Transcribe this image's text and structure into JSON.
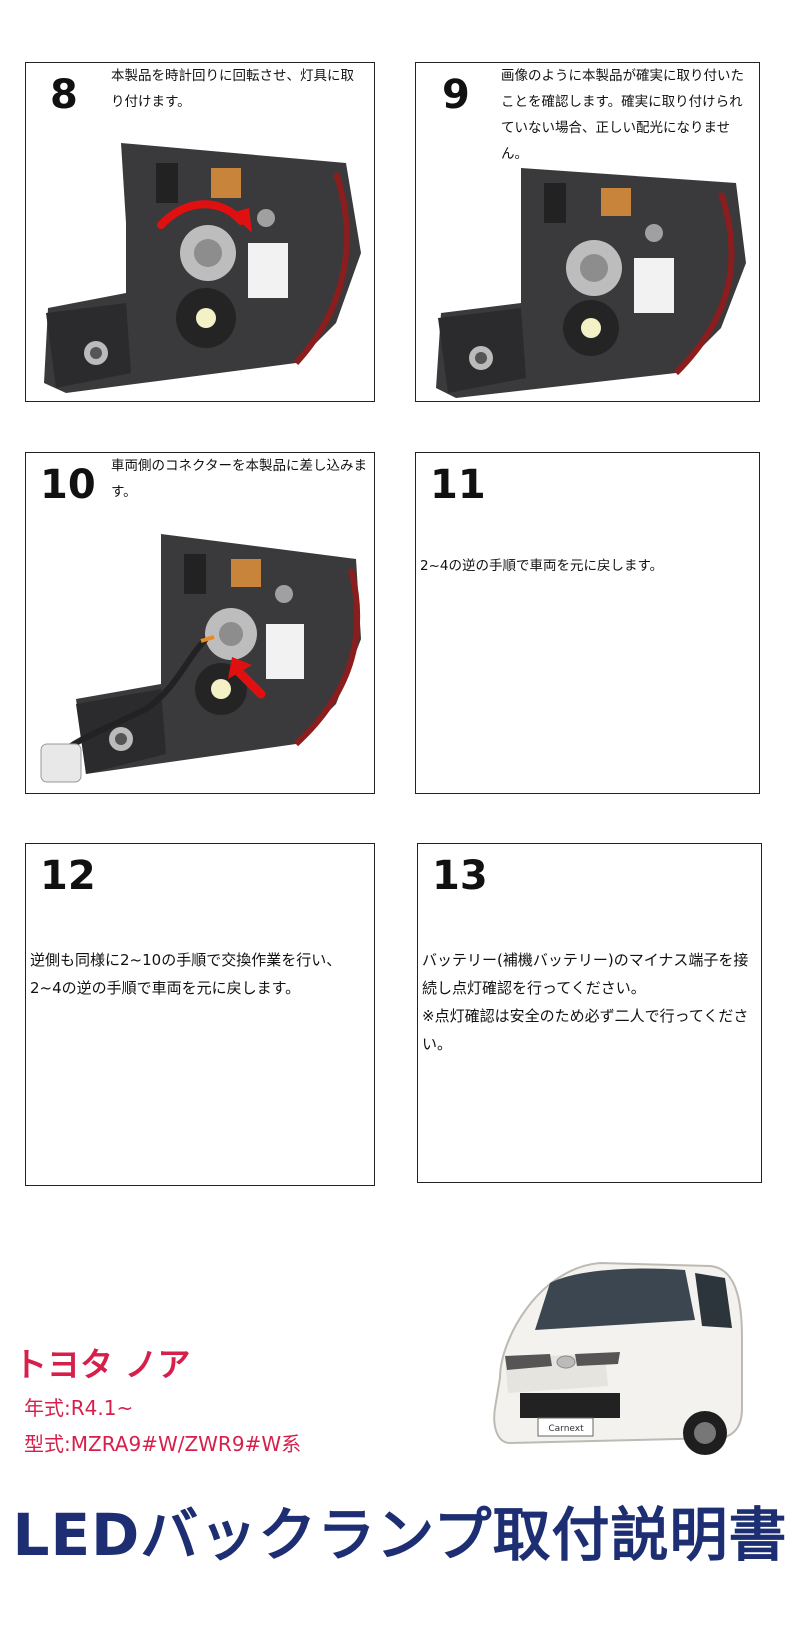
{
  "steps": [
    {
      "num": "8",
      "text": "本製品を時計回りに回転させ、灯具に取り付けます。"
    },
    {
      "num": "9",
      "text": "画像のように本製品が確実に取り付いたことを確認します。確実に取り付けられていない場合、正しい配光になりません。"
    },
    {
      "num": "10",
      "text": "車両側のコネクターを本製品に差し込みます。"
    },
    {
      "num": "11",
      "text": "2~4の逆の手順で車両を元に戻します。"
    },
    {
      "num": "12",
      "text": "逆側も同様に2~10の手順で交換作業を行い、2~4の逆の手順で車両を元に戻します。"
    },
    {
      "num": "13",
      "text": "バッテリー(補機バッテリー)のマイナス端子を接続し点灯確認を行ってください。",
      "note": "※点灯確認は安全のため必ず二人で行ってください。"
    }
  ],
  "vehicle": {
    "name": "トヨタ ノア",
    "year": "年式:R4.1~",
    "model": "型式:MZRA9#W/ZWR9#W系",
    "plate_text": "Carnext"
  },
  "document_title": "LEDバックランプ取付説明書",
  "colors": {
    "accent_red": "#d71f4b",
    "title_navy": "#1d2e73",
    "arrow_red": "#e01010"
  },
  "icons": [
    "headlamp-photo",
    "rotate-arrow-icon",
    "push-arrow-icon",
    "car-photo"
  ]
}
